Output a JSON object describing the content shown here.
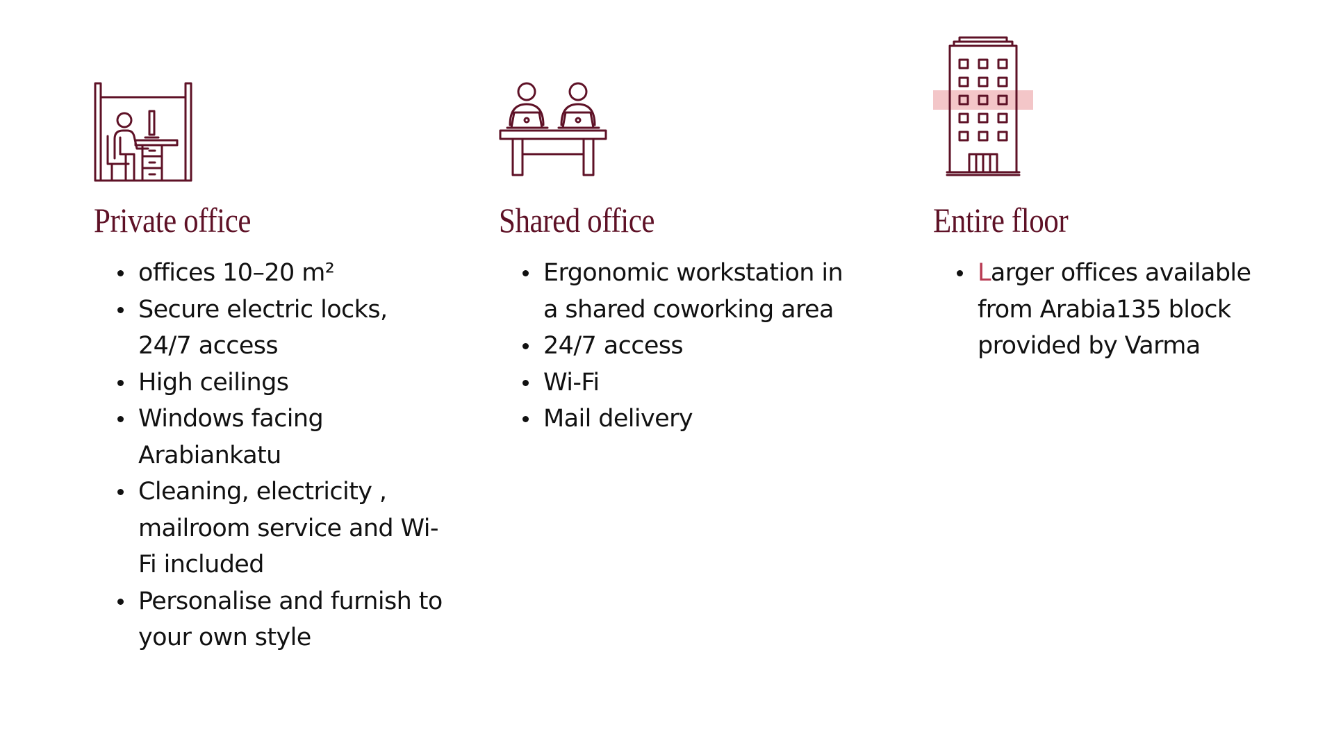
{
  "colors": {
    "accent": "#5e1126",
    "highlight": "#f3c6c8",
    "text": "#111111"
  },
  "offerings": [
    {
      "icon": "private-office-cubicle-icon",
      "title": "Private office",
      "features": [
        "offices 10–20 m²",
        "Secure electric locks, 24/7 access",
        "High ceilings",
        "Windows facing Arabiankatu",
        "Cleaning, electricity , mailroom service and Wi-Fi included",
        "Personalise and furnish to your own style"
      ]
    },
    {
      "icon": "shared-desk-laptops-icon",
      "title": "Shared office",
      "features": [
        "Ergonomic workstation in a shared coworking area",
        "24/7 access",
        "Wi-Fi",
        "Mail delivery"
      ]
    },
    {
      "icon": "office-building-icon",
      "title": "Entire floor",
      "features": [
        "Larger offices available from Arabia135 block provided by Varma"
      ]
    }
  ]
}
